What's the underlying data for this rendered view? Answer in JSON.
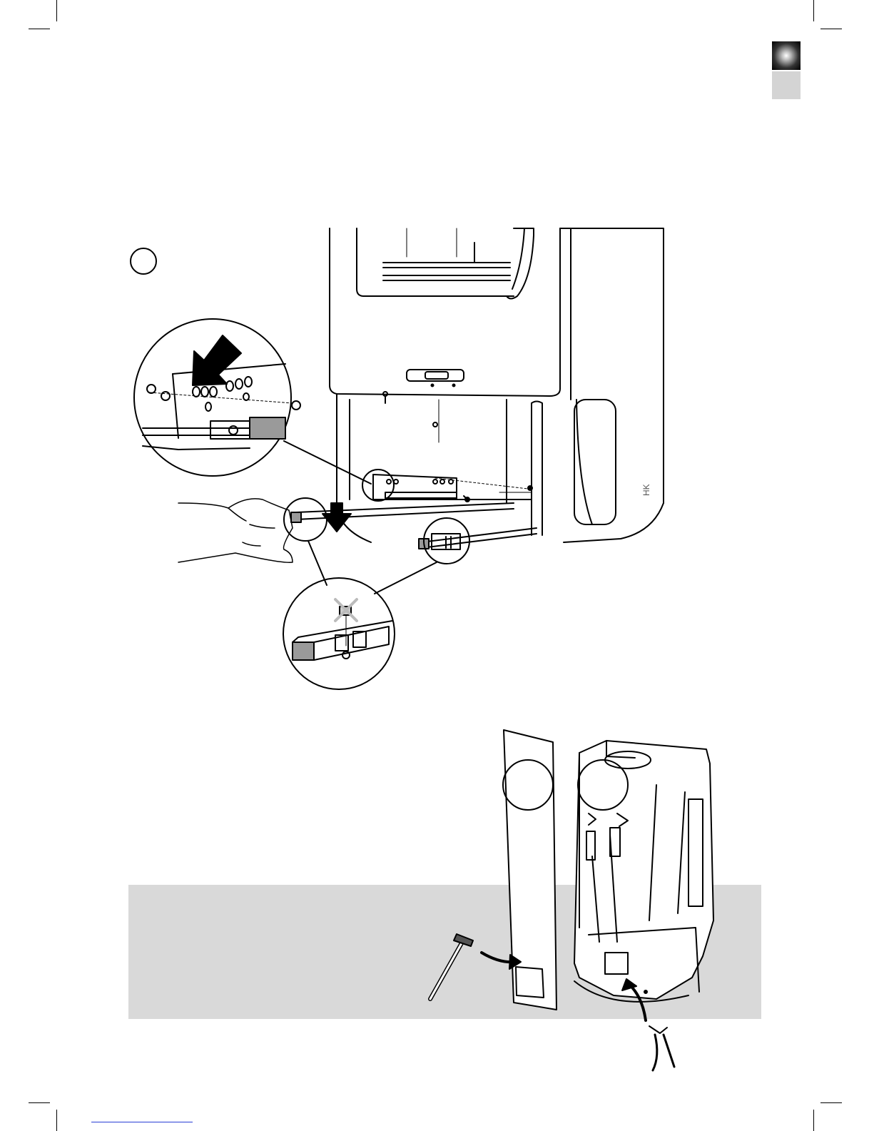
{
  "document": {
    "type": "installation-manual-page",
    "steps": [
      {
        "id": "step-marker",
        "label": ""
      }
    ],
    "tools": [
      "hammer-icon",
      "pliers-icon"
    ],
    "colors": {
      "ink": "#000000",
      "band": "#d9d9d9",
      "tab_light": "#d4d4d4",
      "link_underline": "#2a3fd6"
    },
    "stove_badge": "HK"
  }
}
